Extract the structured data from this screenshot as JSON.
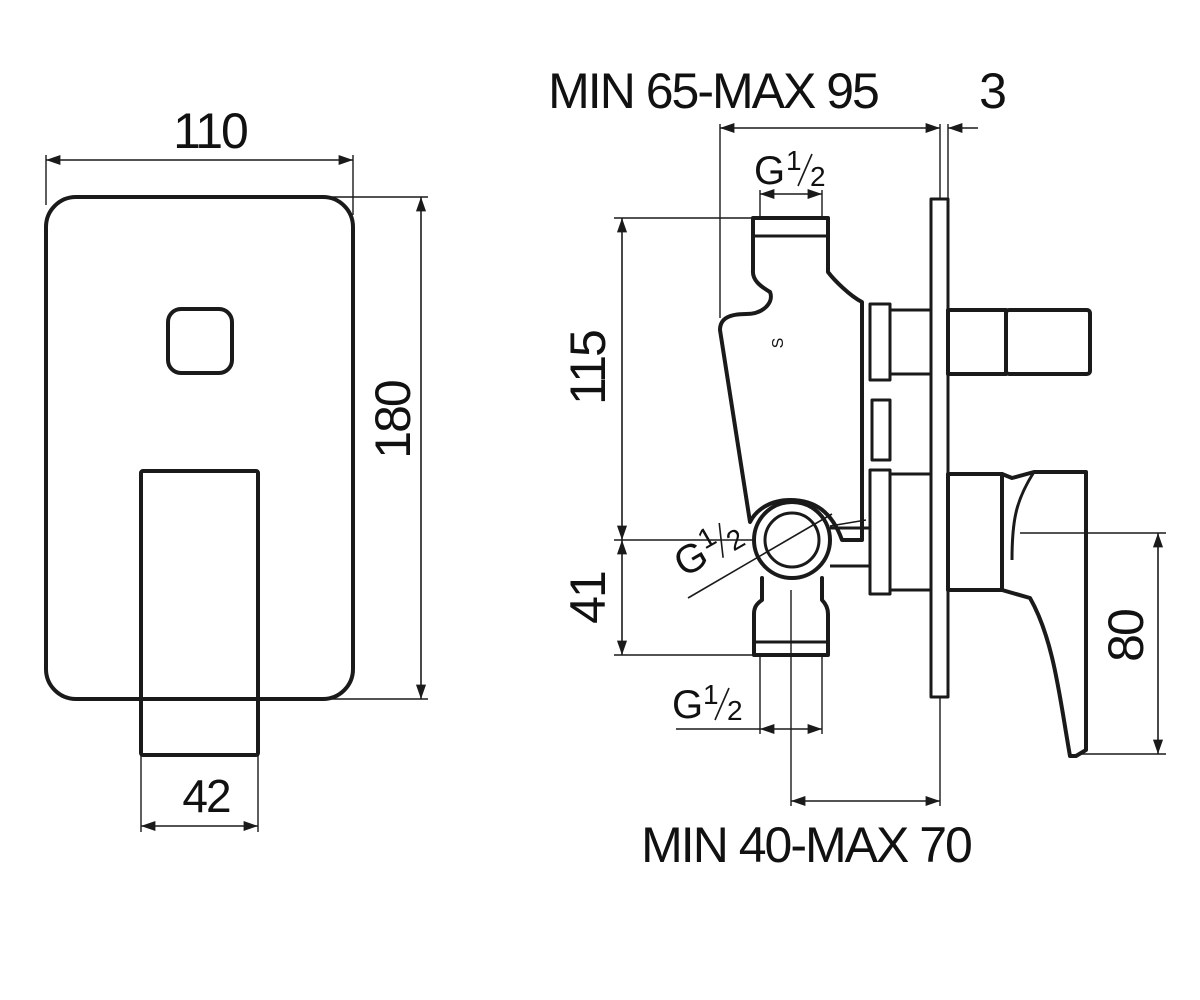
{
  "dimensions": {
    "panel_width": "110",
    "panel_height": "180",
    "lever_width": "42",
    "body_height": "115",
    "outlet_offset": "41",
    "spout_height": "80",
    "depth_top": "MIN 65-MAX 95",
    "plate_thickness": "3",
    "depth_bottom": "MIN 40-MAX 70"
  },
  "threads": {
    "top": {
      "g": "G",
      "num": "1",
      "den": "2"
    },
    "side": {
      "g": "G",
      "num": "1",
      "den": "2"
    },
    "bottom": {
      "g": "G",
      "num": "1",
      "den": "2"
    }
  },
  "body_mark": "S"
}
